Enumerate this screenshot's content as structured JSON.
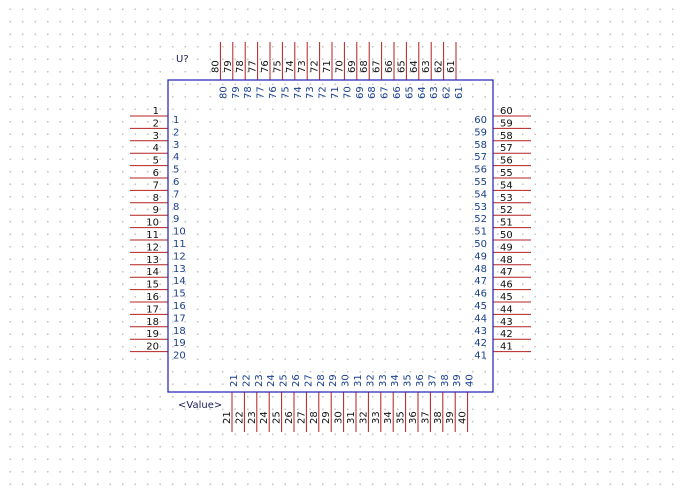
{
  "component": {
    "reference": "U?",
    "value": "<Value>"
  },
  "pins": {
    "left": [
      "1",
      "2",
      "3",
      "4",
      "5",
      "6",
      "7",
      "8",
      "9",
      "10",
      "11",
      "12",
      "13",
      "14",
      "15",
      "16",
      "17",
      "18",
      "19",
      "20"
    ],
    "bottom": [
      "21",
      "22",
      "23",
      "24",
      "25",
      "26",
      "27",
      "28",
      "29",
      "30",
      "31",
      "32",
      "33",
      "34",
      "35",
      "36",
      "37",
      "38",
      "39",
      "40"
    ],
    "right": [
      "41",
      "42",
      "43",
      "44",
      "45",
      "46",
      "47",
      "48",
      "49",
      "50",
      "51",
      "52",
      "53",
      "54",
      "55",
      "56",
      "57",
      "58",
      "59",
      "60"
    ],
    "top": [
      "61",
      "62",
      "63",
      "64",
      "65",
      "66",
      "67",
      "68",
      "69",
      "70",
      "71",
      "72",
      "73",
      "74",
      "75",
      "76",
      "77",
      "78",
      "79",
      "80"
    ]
  },
  "colors": {
    "body_outline": "#1f1fb4",
    "pin_line": "#b42020",
    "outer_label": "#111111",
    "inner_label": "#1a3f8c"
  }
}
